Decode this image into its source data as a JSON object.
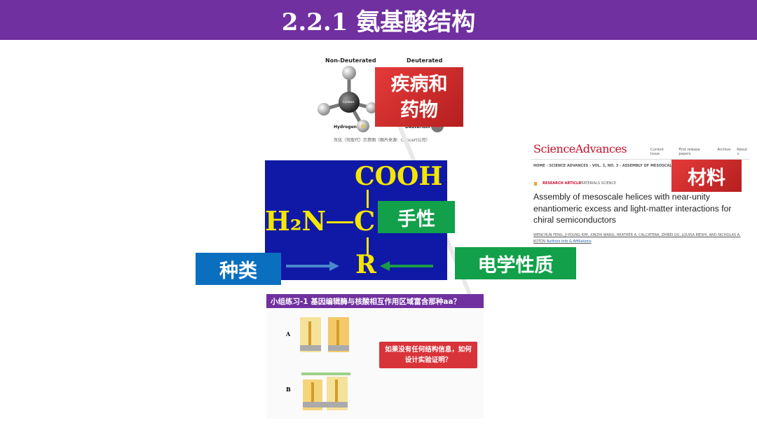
{
  "title": "2.2.1  氨基酸结构",
  "labels": {
    "disease": "疾病和药物",
    "material": "材料",
    "chirality": "手性",
    "category": "种类",
    "electronic": "电学性质"
  },
  "molecule": {
    "left_head": "Non-Deuterated",
    "right_head": "Deuterated",
    "carbon": "Carbon",
    "hydrogen": "Hydrogen",
    "deuterium": "Deuterium",
    "caption": "氘化（氘取代）示意图（图片来源：Concert公司）"
  },
  "formula": {
    "cooh": "COOH",
    "h2n": "H₂N",
    "carbon": "C",
    "r": "R"
  },
  "article": {
    "logo": "ScienceAdvances",
    "nav": [
      "Current Issue",
      "First release papers",
      "Archive",
      "About ∨"
    ],
    "breadcrumb": "HOME  ›  SCIENCE ADVANCES  ›  VOL. 3, NO. 3  ›  ASSEMBLY OF MESOSCALE HELICES W",
    "type": "RESEARCH ARTICLE",
    "section": "MATERIALS SCIENCE",
    "headline": "Assembly of mesoscale helices with near-unity enantiomeric excess and light-matter interactions for chiral semiconductors",
    "authors": "WENCHUN FENG, JI-YOUNG KIM, XINZHI WANG, HEATHER A. CALCATERA, ZHIBEI QU, LOUISA MESHI, AND NICHOLAS A. KOTOV",
    "authors_link": "Authors Info & Affiliations"
  },
  "exercise": {
    "header": "小组练习-1  基因编辑酶与核酸相互作用区域富含那种aa？",
    "option_a": "A",
    "option_b": "B",
    "question": "如果没有任何结构信息，如何设计实验证明？"
  },
  "colors": {
    "title_bg": "#7030a0",
    "red_box": "#d42a2a",
    "green_box": "#12a04a",
    "blue_box": "#0b6fc0",
    "formula_bg": "#1019a6",
    "formula_text": "#f5e600"
  }
}
